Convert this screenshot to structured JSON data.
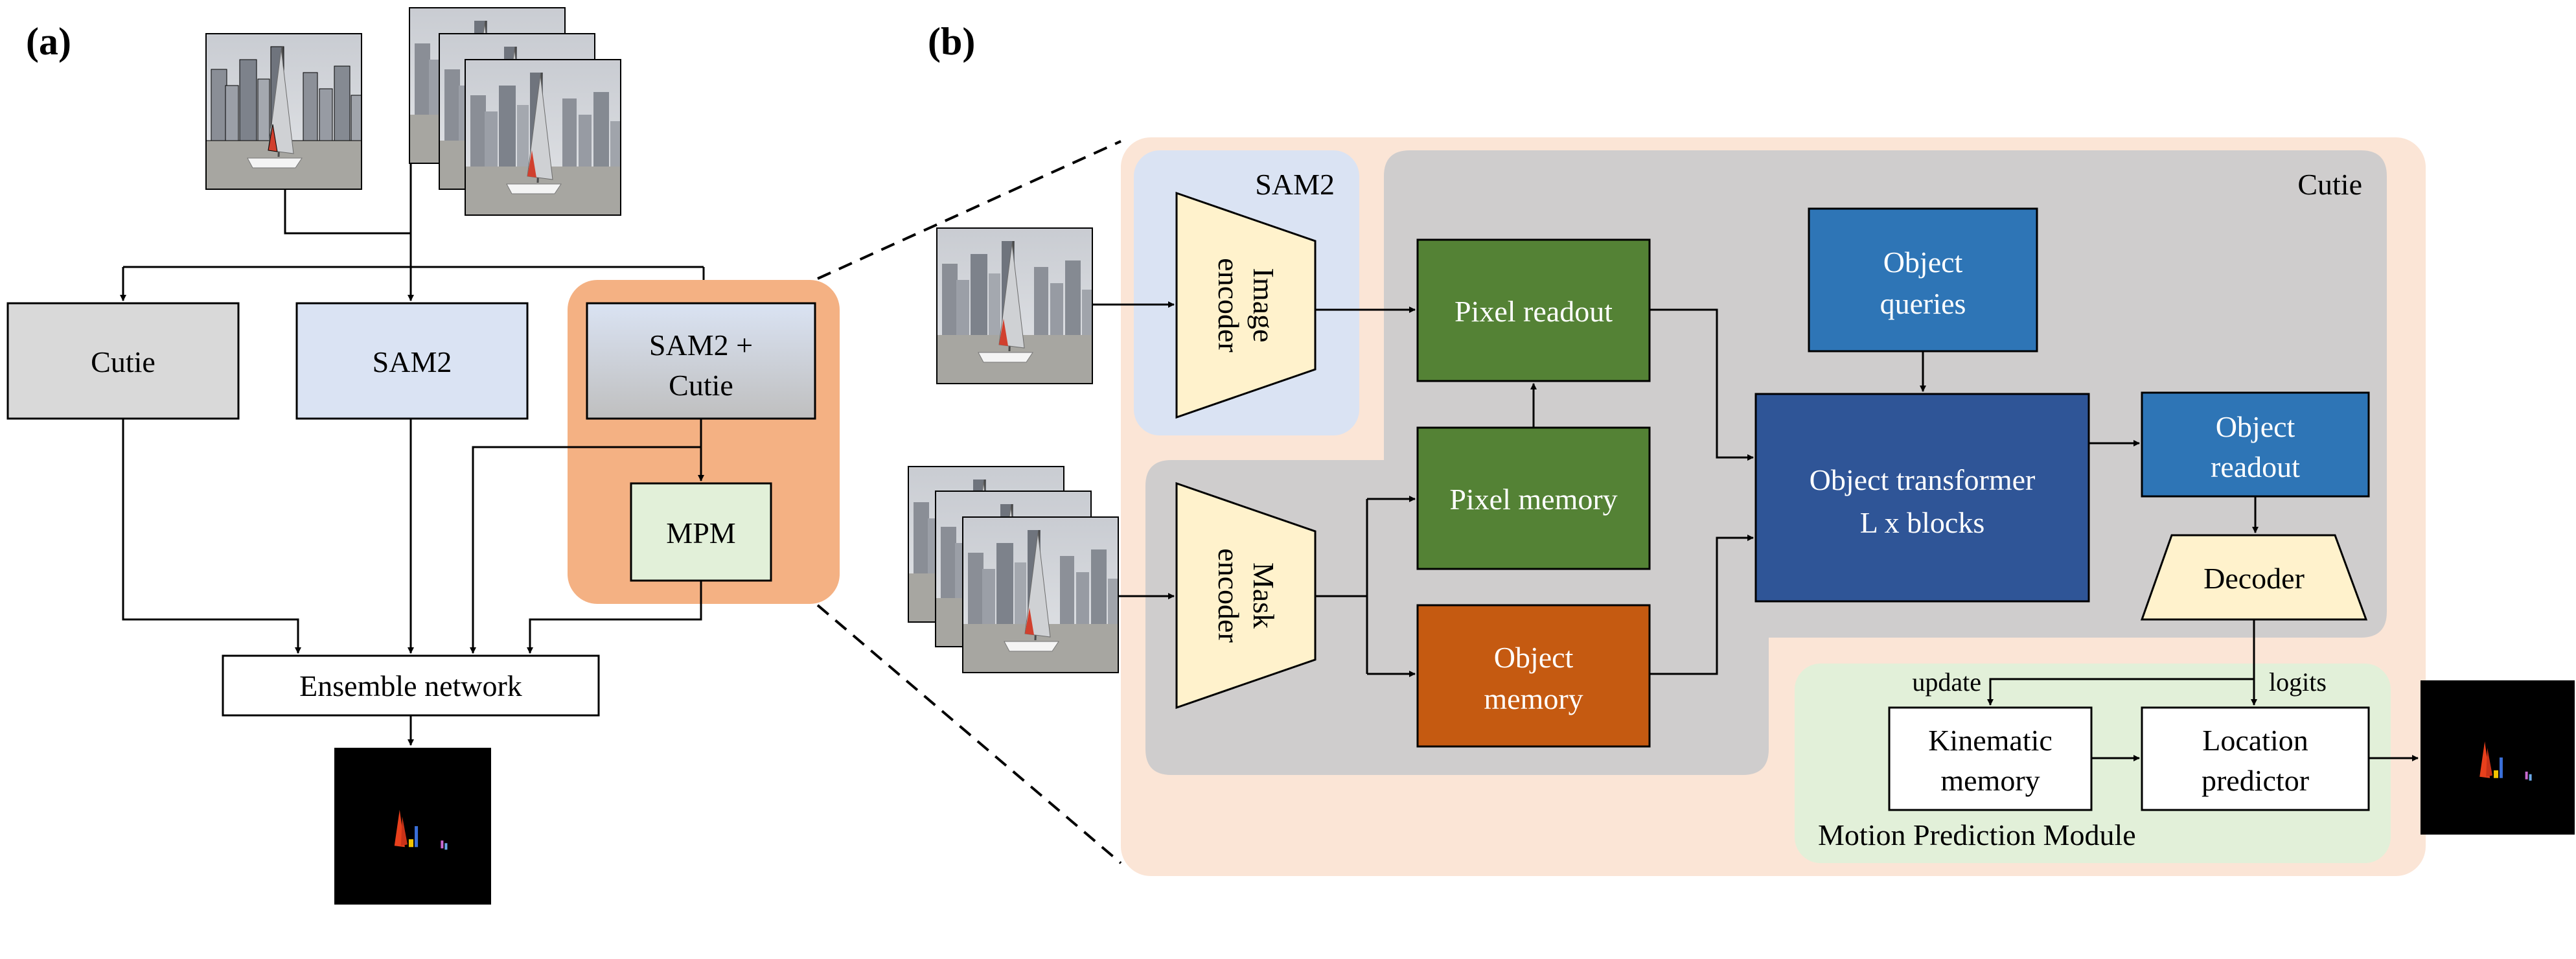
{
  "panel_labels": {
    "a": "(a)",
    "b": "(b)"
  },
  "panel_a": {
    "cutie": "Cutie",
    "sam2": "SAM2",
    "sam2_cutie_line1": "SAM2 +",
    "sam2_cutie_line2": "Cutie",
    "mpm": "MPM",
    "ensemble": "Ensemble network"
  },
  "panel_b": {
    "sam2_region": "SAM2",
    "cutie_region": "Cutie",
    "image_encoder_line1": "Image",
    "image_encoder_line2": "encoder",
    "mask_encoder_line1": "Mask",
    "mask_encoder_line2": "encoder",
    "pixel_readout": "Pixel readout",
    "pixel_memory": "Pixel memory",
    "object_memory_line1": "Object",
    "object_memory_line2": "memory",
    "object_queries_line1": "Object",
    "object_queries_line2": "queries",
    "object_transformer_line1": "Object transformer",
    "object_transformer_line2": "L x blocks",
    "object_readout_line1": "Object",
    "object_readout_line2": "readout",
    "decoder": "Decoder",
    "update": "update",
    "logits": "logits",
    "kinematic_memory_line1": "Kinematic",
    "kinematic_memory_line2": "memory",
    "location_predictor_line1": "Location",
    "location_predictor_line2": "predictor",
    "mpm_region": "Motion Prediction Module"
  },
  "colors": {
    "cutie_gray": "#d9d9d9",
    "sam2_blue": "#dae3f3",
    "sam2_cutie_orange": "#f4b183",
    "mpm_green": "#e2f0d9",
    "peach_bg": "#fbe5d6",
    "region_gray": "#cfcdcd",
    "encoder_yellow": "#fff2cc",
    "pixel_green": "#548235",
    "object_memory_orange": "#c55a11",
    "object_blue": "#2e75b6",
    "transformer_navy": "#2f5597"
  },
  "icons": {
    "frame": "sailboat-photo-icon",
    "mask": "segmentation-mask-icon"
  }
}
